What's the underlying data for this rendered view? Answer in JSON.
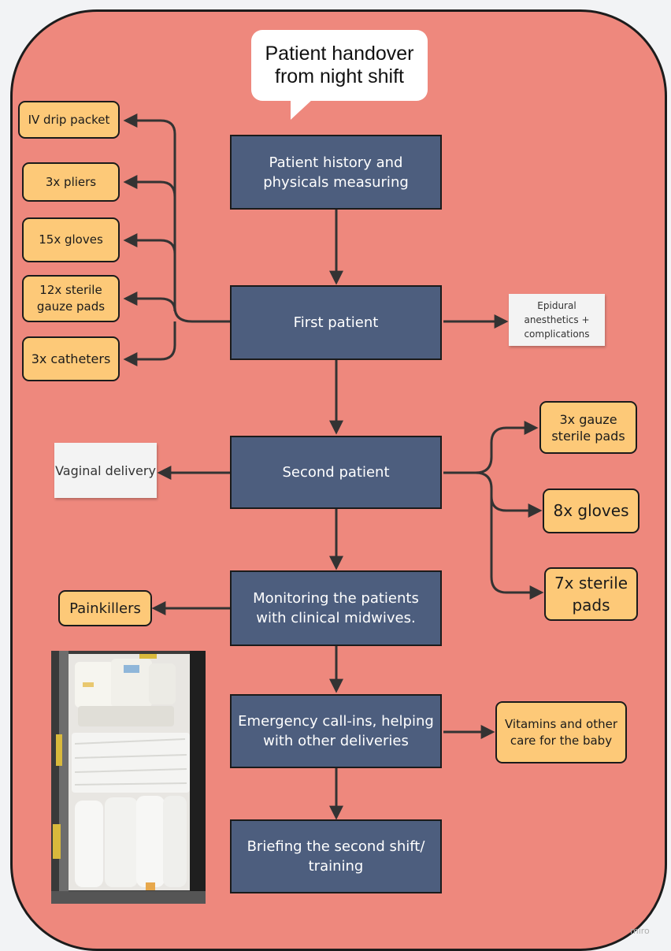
{
  "header": {
    "speech_text": "Patient handover from night shift"
  },
  "process": {
    "history": "Patient history and physicals measuring",
    "first": "First patient",
    "second": "Second patient",
    "monitoring": "Monitoring the patients with clinical midwives.",
    "emergency": "Emergency call-ins, helping with other deliveries",
    "briefing": "Briefing the second shift/ training"
  },
  "supplies_first": {
    "iv": "IV drip packet",
    "pliers": "3x pliers",
    "gloves": "15x gloves",
    "gauze": "12x sterile gauze pads",
    "catheters": "3x catheters"
  },
  "supplies_second": {
    "gauze": "3x gauze sterile pads",
    "gloves": "8x gloves",
    "pads": "7x sterile pads"
  },
  "notes": {
    "epidural": "Epidural anesthetics + complications",
    "vaginal": "Vaginal delivery"
  },
  "other": {
    "painkillers": "Painkillers",
    "vitamins": "Vitamins and other care for the baby"
  },
  "watermark": "miro",
  "colors": {
    "board": "#ee887d",
    "process_box": "#4d5e7e",
    "supply_box": "#fdc978",
    "note": "#f3f3f3",
    "connector": "#333333"
  }
}
